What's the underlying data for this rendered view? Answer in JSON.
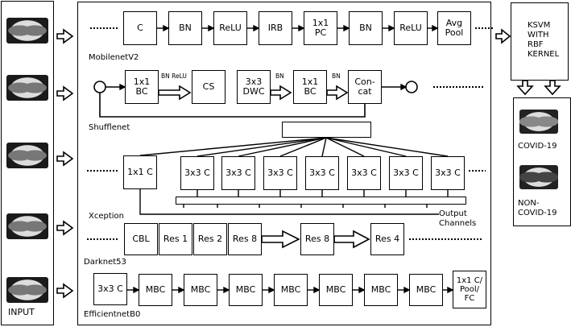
{
  "input": {
    "label": "INPUT",
    "images": [
      "ct-scan-1",
      "ct-scan-2",
      "ct-scan-3",
      "ct-scan-4",
      "ct-scan-5"
    ]
  },
  "mobilenet": {
    "label": "MobilenetV2",
    "blocks": [
      "C",
      "BN",
      "ReLU",
      "IRB",
      "1x1\nPC",
      "BN",
      "ReLU",
      "Avg\nPool"
    ]
  },
  "shufflenet": {
    "label": "Shufflenet",
    "blocks": [
      "1x1\nBC",
      "CS",
      "3x3\nDWC",
      "1x1\nBC",
      "Con-\ncat"
    ],
    "annotations": [
      "BN ReLU",
      "BN",
      "BN"
    ]
  },
  "xception": {
    "label": "Xception",
    "entry": "1x1 C",
    "blocks": [
      "3x3 C",
      "3x3 C",
      "3x3 C",
      "3x3 C",
      "3x3 C",
      "3x3 C",
      "3x3 C"
    ],
    "output_label": "Output\nChannels"
  },
  "darknet": {
    "label": "Darknet53",
    "blocks": [
      "CBL",
      "Res 1",
      "Res 2",
      "Res 8",
      "Res 8",
      "Res 4"
    ]
  },
  "efficientnet": {
    "label": "EfficientnetB0",
    "blocks": [
      "3x3 C",
      "MBC",
      "MBC",
      "MBC",
      "MBC",
      "MBC",
      "MBC",
      "MBC",
      "1x1 C/\nPool/\nFC"
    ]
  },
  "classifier": {
    "label": "KSVM\nWITH\nRBF\nKERNEL"
  },
  "outputs": {
    "covid": "COVID-19",
    "noncovid": "NON-\nCOVID-19"
  }
}
